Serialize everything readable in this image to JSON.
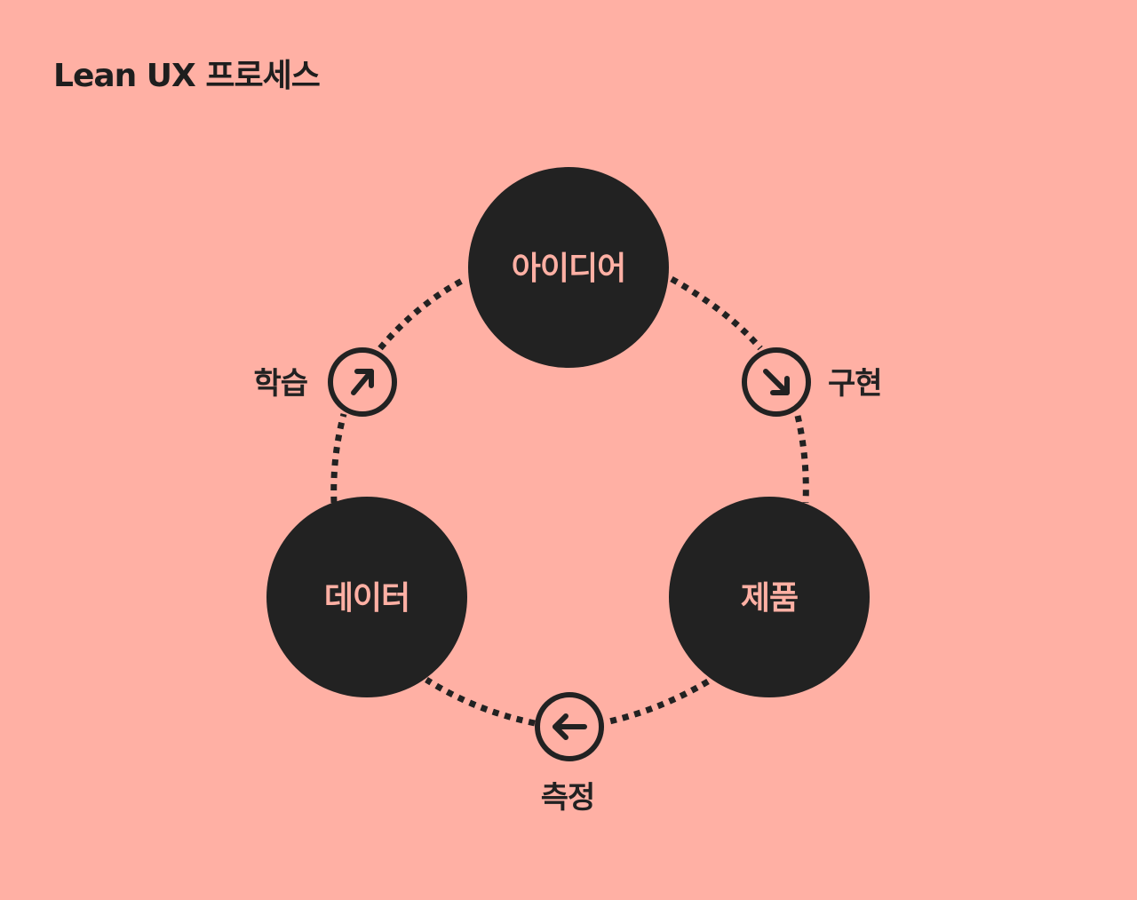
{
  "title": "Lean UX 프로세스",
  "colors": {
    "background": "#FFB0A4",
    "ink": "#222222",
    "node_text": "#FFB0A4"
  },
  "nodes": {
    "idea": "아이디어",
    "product": "제품",
    "data": "데이터"
  },
  "steps": {
    "build": {
      "label": "구현",
      "icon": "arrow-down-right-icon"
    },
    "measure": {
      "label": "측정",
      "icon": "arrow-left-icon"
    },
    "learn": {
      "label": "학습",
      "icon": "arrow-up-right-icon"
    }
  }
}
